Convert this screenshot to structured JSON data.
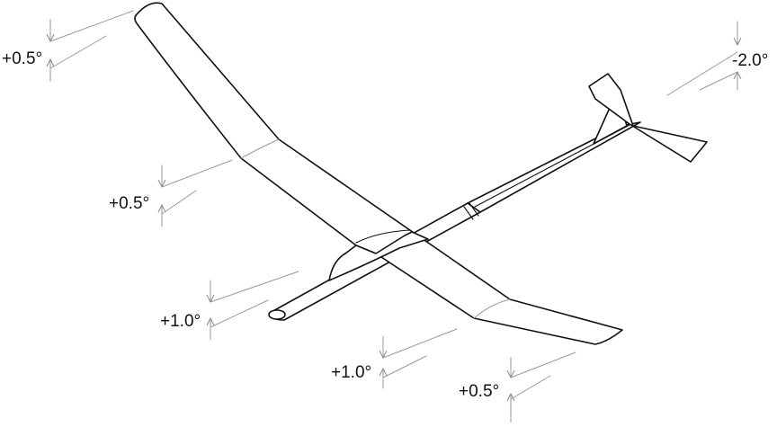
{
  "diagram": {
    "annotations": [
      {
        "id": "wingtip-left",
        "label": "+0.5°"
      },
      {
        "id": "wing-break-left",
        "label": "+0.5°"
      },
      {
        "id": "wing-root-left",
        "label": "+1.0°"
      },
      {
        "id": "wing-root-right",
        "label": "+1.0°"
      },
      {
        "id": "wing-break-right",
        "label": "+0.5°"
      },
      {
        "id": "stabilizer",
        "label": "-2.0°"
      }
    ],
    "colors": {
      "outline": "#111111",
      "leader": "#9a9a9a",
      "background": "#ffffff"
    }
  }
}
